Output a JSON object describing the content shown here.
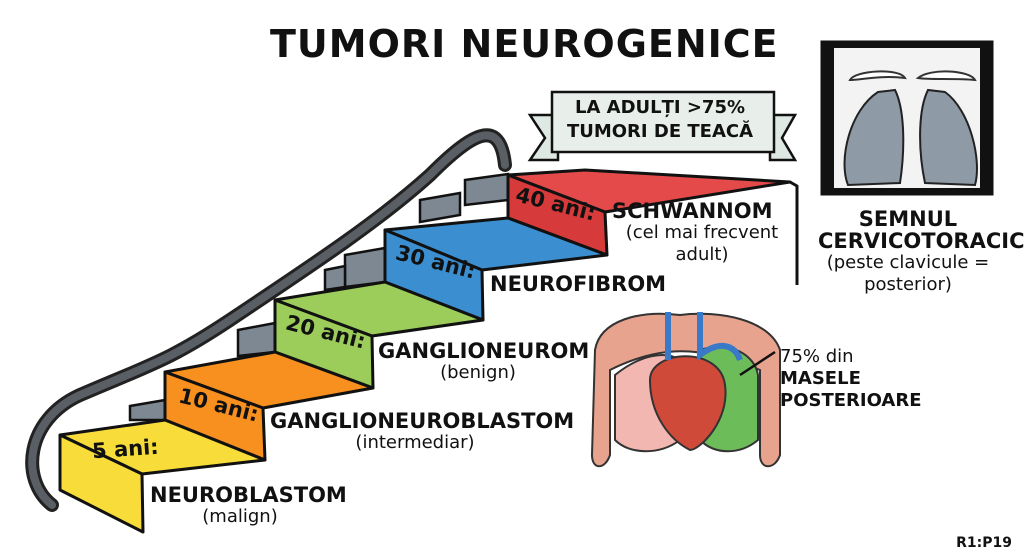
{
  "title": "TUMORI NEUROGENICE",
  "banner": {
    "line1": "LA ADULȚI >75%",
    "line2": "TUMORI DE TEACĂ"
  },
  "steps": [
    {
      "age": "5 ani:",
      "name": "NEUROBLASTOM",
      "note": "(malign)",
      "color": "#f7dc3a"
    },
    {
      "age": "10 ani:",
      "name": "GANGLIONEUROBLASTOM",
      "note": "(intermediar)",
      "color": "#f7901e"
    },
    {
      "age": "20 ani:",
      "name": "GANGLIONEUROM",
      "note": "(benign)",
      "color": "#9ccc5a"
    },
    {
      "age": "30 ani:",
      "name": "NEUROFIBROM",
      "note": "",
      "color": "#3b8fd0"
    },
    {
      "age": "40 ani:",
      "name": "SCHWANNOM",
      "note": "(cel mai frecvent adult)",
      "color": "#e44a4a"
    }
  ],
  "xray": {
    "line1": "SEMNUL",
    "line2": "CERVICOTORACIC",
    "line3": "(peste clavicule =",
    "line4": "posterior)"
  },
  "chest": {
    "line1": "75% din",
    "line2": "MASELE",
    "line3": "POSTERIOARE"
  },
  "page_ref": "R1:P19"
}
